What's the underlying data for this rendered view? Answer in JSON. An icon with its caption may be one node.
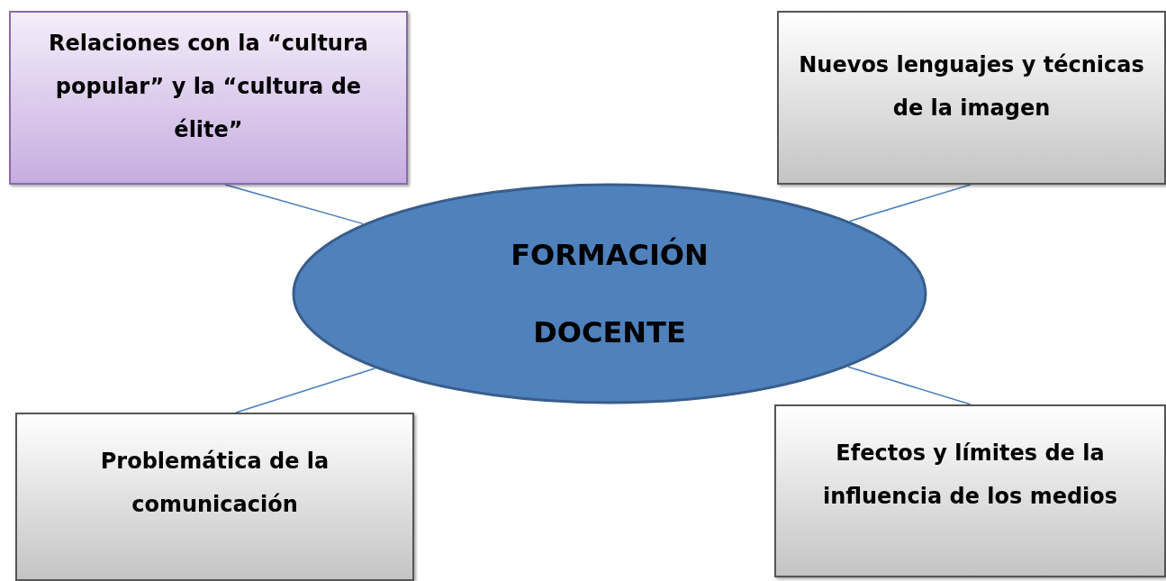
{
  "diagram": {
    "nodes": [
      {
        "text": [
          "FORMACIÓN DOCENTE"
        ]
      },
      {
        "text": [
          "Relaciones con la “cultura popular” y la “cultura de élite”"
        ]
      },
      {
        "text": [
          "Nuevos lenguajes y técnicas de la imagen"
        ]
      },
      {
        "text": [
          "Problemática de la comunicación"
        ]
      },
      {
        "text": [
          "Efectos y límites de la influencia de los medios"
        ]
      }
    ],
    "edges": [
      {
        "from": 1,
        "to": 0,
        "arrow": "none"
      },
      {
        "from": 2,
        "to": 0,
        "arrow": "none"
      },
      {
        "from": 3,
        "to": 0,
        "arrow": "none"
      },
      {
        "from": 4,
        "to": 0,
        "arrow": "none"
      }
    ]
  }
}
